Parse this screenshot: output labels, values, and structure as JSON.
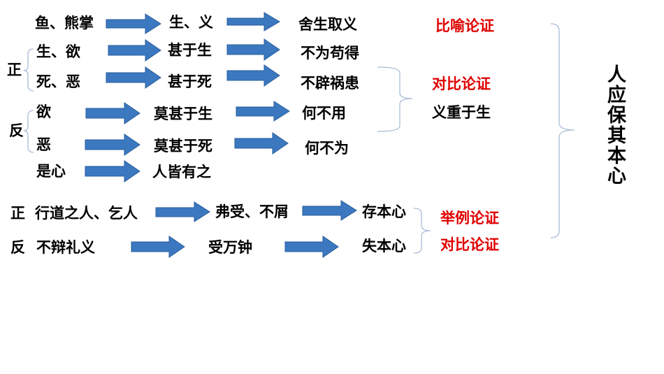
{
  "row1": {
    "a": "鱼、熊掌",
    "b": "生、义",
    "c": "舍生取义"
  },
  "zheng1": "正",
  "row2": {
    "a": "生、欲",
    "b": "甚于生",
    "c": "不为苟得"
  },
  "row3": {
    "a": "死、恶",
    "b": "甚于死",
    "c": "不辟祸患"
  },
  "fan1": "反",
  "row4": {
    "a": "欲",
    "b": "莫甚于生",
    "c": "何不用"
  },
  "row5": {
    "a": "恶",
    "b": "莫甚于死",
    "c": "何不为"
  },
  "row6": {
    "a": "是心",
    "b": "人皆有之"
  },
  "zheng2": "正",
  "row7": {
    "a": "行道之人、乞人",
    "b": "弗受、不屑",
    "c": "存本心"
  },
  "fan2": "反",
  "row8": {
    "a": "不辩礼义",
    "b": "受万钟",
    "c": "失本心"
  },
  "labels": {
    "metaphor": "比喻论证",
    "contrast1": "对比论证",
    "yi": "义重于生",
    "example": "举例论证",
    "contrast2": "对比论证"
  },
  "conclusion": "人应保其本心",
  "colors": {
    "arrow": "#3b78c0",
    "emphasis": "#e00000",
    "brace": "#a9bcd6"
  }
}
